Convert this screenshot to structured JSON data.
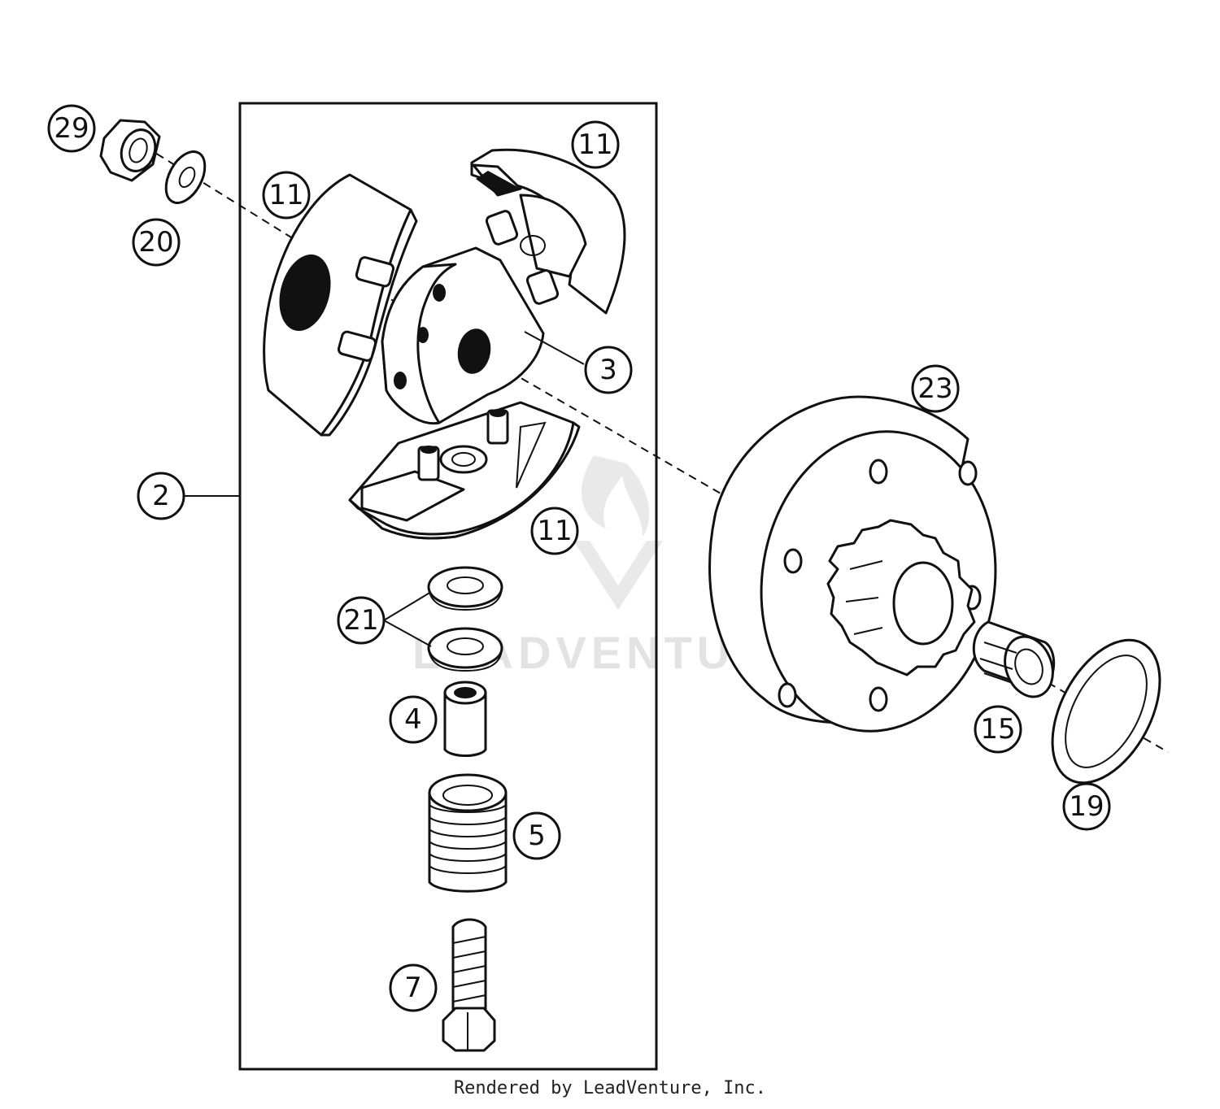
{
  "diagram": {
    "callouts": [
      {
        "id": "c29",
        "label": "29"
      },
      {
        "id": "c20",
        "label": "20"
      },
      {
        "id": "c11a",
        "label": "11"
      },
      {
        "id": "c11b",
        "label": "11"
      },
      {
        "id": "c3",
        "label": "3"
      },
      {
        "id": "c2",
        "label": "2"
      },
      {
        "id": "c11c",
        "label": "11"
      },
      {
        "id": "c23",
        "label": "23"
      },
      {
        "id": "c21",
        "label": "21"
      },
      {
        "id": "c4",
        "label": "4"
      },
      {
        "id": "c5",
        "label": "5"
      },
      {
        "id": "c7",
        "label": "7"
      },
      {
        "id": "c15",
        "label": "15"
      },
      {
        "id": "c19",
        "label": "19"
      }
    ]
  },
  "watermark": {
    "text": "LEADVENTURE"
  },
  "footer": {
    "text": "Rendered by LeadVenture, Inc."
  },
  "colors": {
    "line": "#111111",
    "background": "#ffffff",
    "watermark": "#d8d8d8"
  }
}
